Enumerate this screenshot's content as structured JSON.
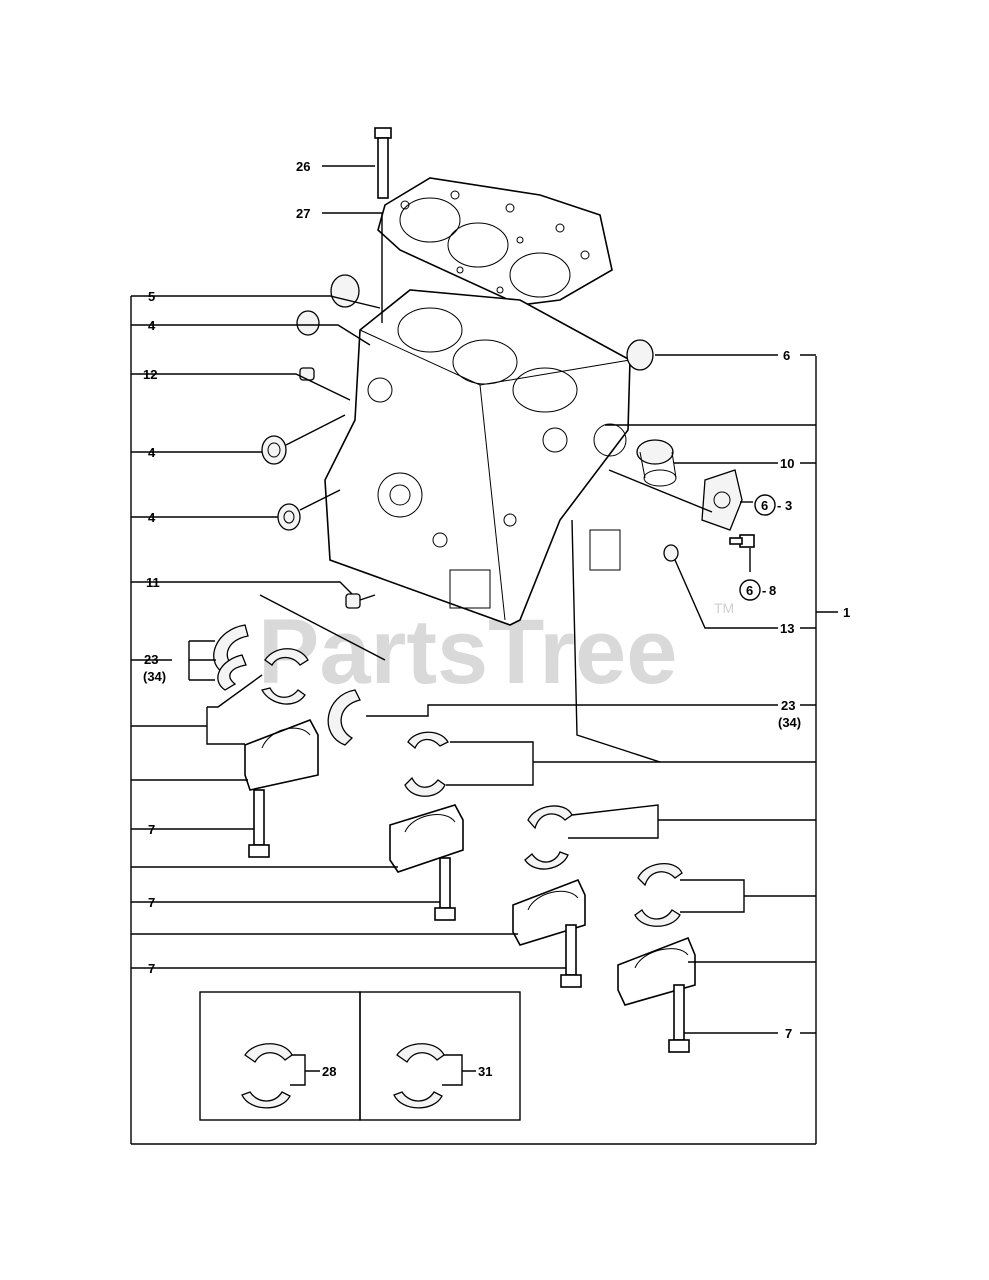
{
  "watermark": {
    "text": "PartsTree",
    "trademark": "TM"
  },
  "labels": {
    "p26": "26",
    "p27": "27",
    "p5": "5",
    "p4a": "4",
    "p12": "12",
    "p4b": "4",
    "p4c": "4",
    "p11": "11",
    "p23a": "23",
    "p23a_alt": "(34)",
    "p7a": "7",
    "p7b": "7",
    "p7c": "7",
    "p6": "6",
    "p10": "10",
    "p6_3_circle": "6",
    "p6_3_suffix": "3",
    "p6_8_circle": "6",
    "p6_8_suffix": "8",
    "p1": "1",
    "p13": "13",
    "p23b": "23",
    "p23b_alt": "(34)",
    "p7d": "7",
    "p28": "28",
    "p31": "31"
  }
}
